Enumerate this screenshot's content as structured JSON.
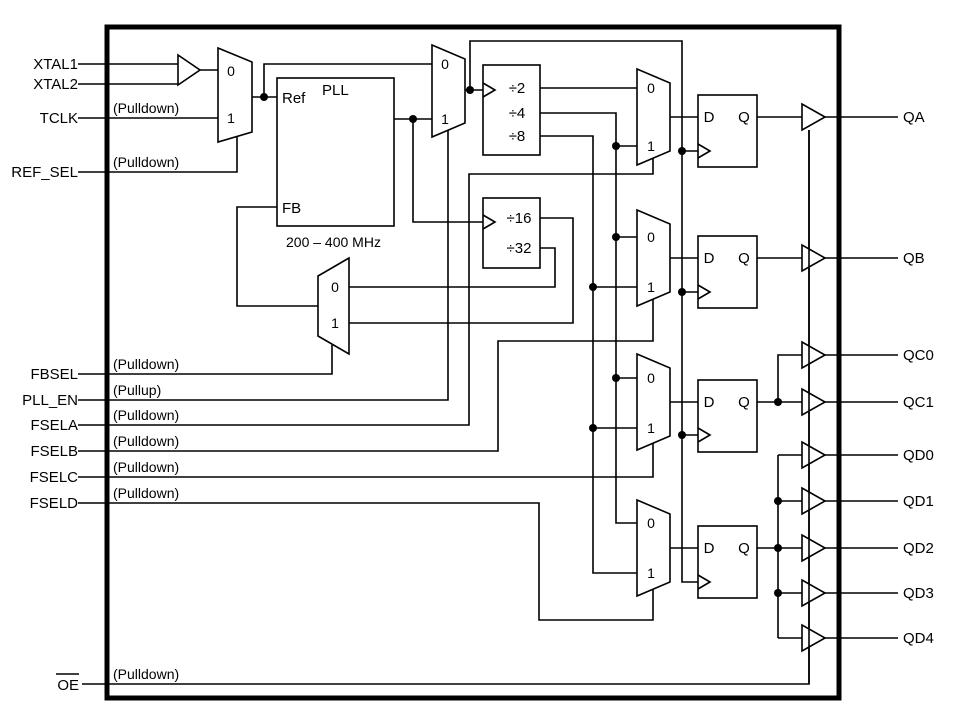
{
  "inputs": {
    "xtal1": {
      "label": "XTAL1"
    },
    "xtal2": {
      "label": "XTAL2"
    },
    "tclk": {
      "label": "TCLK",
      "annotation": "(Pulldown)"
    },
    "ref_sel": {
      "label": "REF_SEL",
      "annotation": "(Pulldown)"
    },
    "fbsel": {
      "label": "FBSEL",
      "annotation": "(Pulldown)"
    },
    "pll_en": {
      "label": "PLL_EN",
      "annotation": "(Pullup)"
    },
    "fsela": {
      "label": "FSELA",
      "annotation": "(Pulldown)"
    },
    "fselb": {
      "label": "FSELB",
      "annotation": "(Pulldown)"
    },
    "fselc": {
      "label": "FSELC",
      "annotation": "(Pulldown)"
    },
    "fseld": {
      "label": "FSELD",
      "annotation": "(Pulldown)"
    },
    "oe": {
      "label": "OE",
      "annotation": "(Pulldown)"
    }
  },
  "outputs": {
    "qa": "QA",
    "qb": "QB",
    "qc0": "QC0",
    "qc1": "QC1",
    "qd0": "QD0",
    "qd1": "QD1",
    "qd2": "QD2",
    "qd3": "QD3",
    "qd4": "QD4"
  },
  "pll": {
    "title": "PLL",
    "ref": "Ref",
    "fb": "FB",
    "range": "200 – 400 MHz"
  },
  "dividers": {
    "div2": "÷2",
    "div4": "÷4",
    "div8": "÷8",
    "div16": "÷16",
    "div32": "÷32"
  },
  "mux": {
    "zero": "0",
    "one": "1"
  },
  "dff": {
    "d": "D",
    "q": "Q"
  },
  "colors": {
    "line": "#000000",
    "background": "#ffffff"
  }
}
